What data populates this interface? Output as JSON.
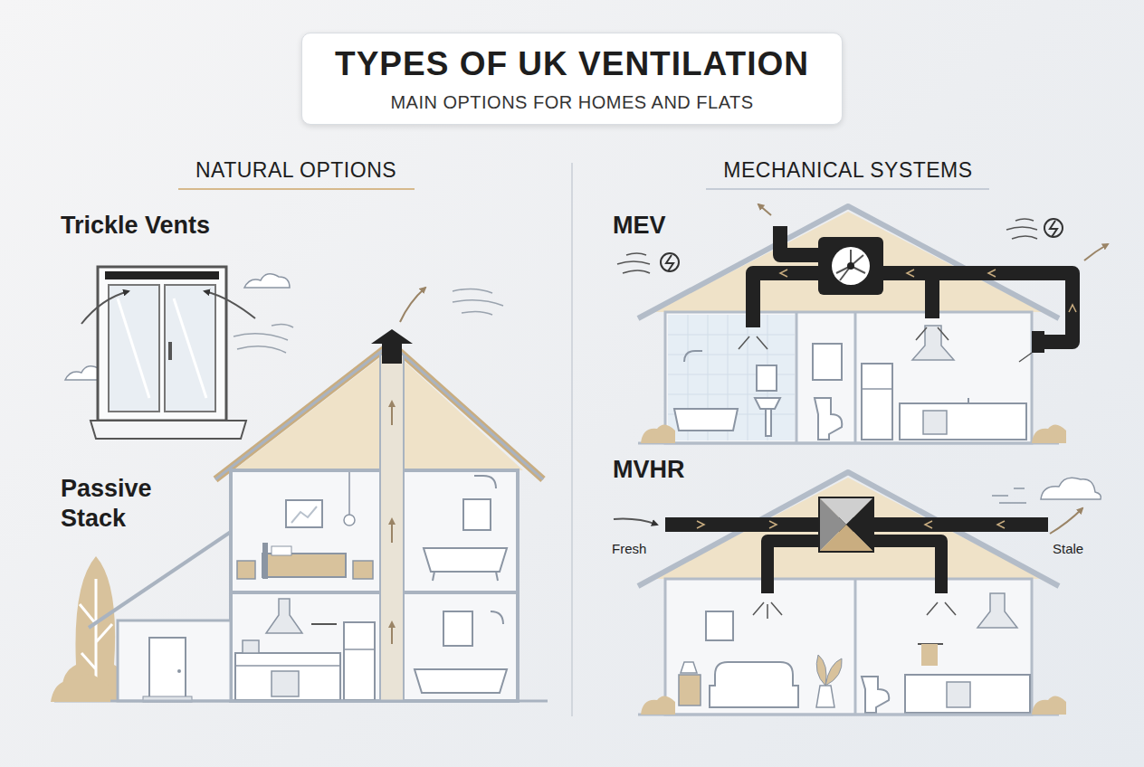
{
  "diagram": {
    "nodes": [
      {
        "text": [
          "TYPES OF UK VENTILATION",
          "MAIN OPTIONS FOR HOMES AND FLATS"
        ]
      }
    ],
    "labels": [
      "NATURAL OPTIONS",
      "Trickle Vents",
      "Passive Stack",
      "MECHANICAL SYSTEMS",
      "MEV",
      "MVHR",
      "Fresh",
      "Stale"
    ]
  }
}
